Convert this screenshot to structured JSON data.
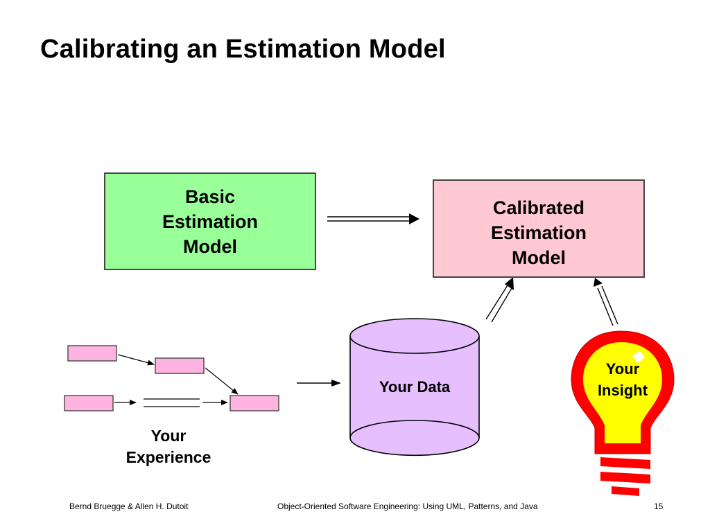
{
  "title": "Calibrating an Estimation Model",
  "boxes": {
    "basic": {
      "lines": [
        "Basic",
        "Estimation",
        "Model"
      ]
    },
    "calibrated": {
      "lines": [
        "Calibrated",
        "Estimation",
        "Model"
      ]
    }
  },
  "labels": {
    "your_data": "Your Data",
    "your_insight": [
      "Your",
      "Insight"
    ],
    "your_experience": [
      "Your",
      "Experience"
    ]
  },
  "footer": {
    "left": "Bernd Bruegge & Allen H. Dutoit",
    "center": "Object-Oriented Software Engineering: Using UML, Patterns, and Java",
    "right": "15"
  },
  "colors": {
    "basic_box": "#99ff99",
    "calibrated_box": "#ffc8d2",
    "data_cylinder": "#e6bfff",
    "experience_boxes": "#ffb3e0",
    "bulb_outer": "#ff0000",
    "bulb_inner": "#ffff00"
  }
}
